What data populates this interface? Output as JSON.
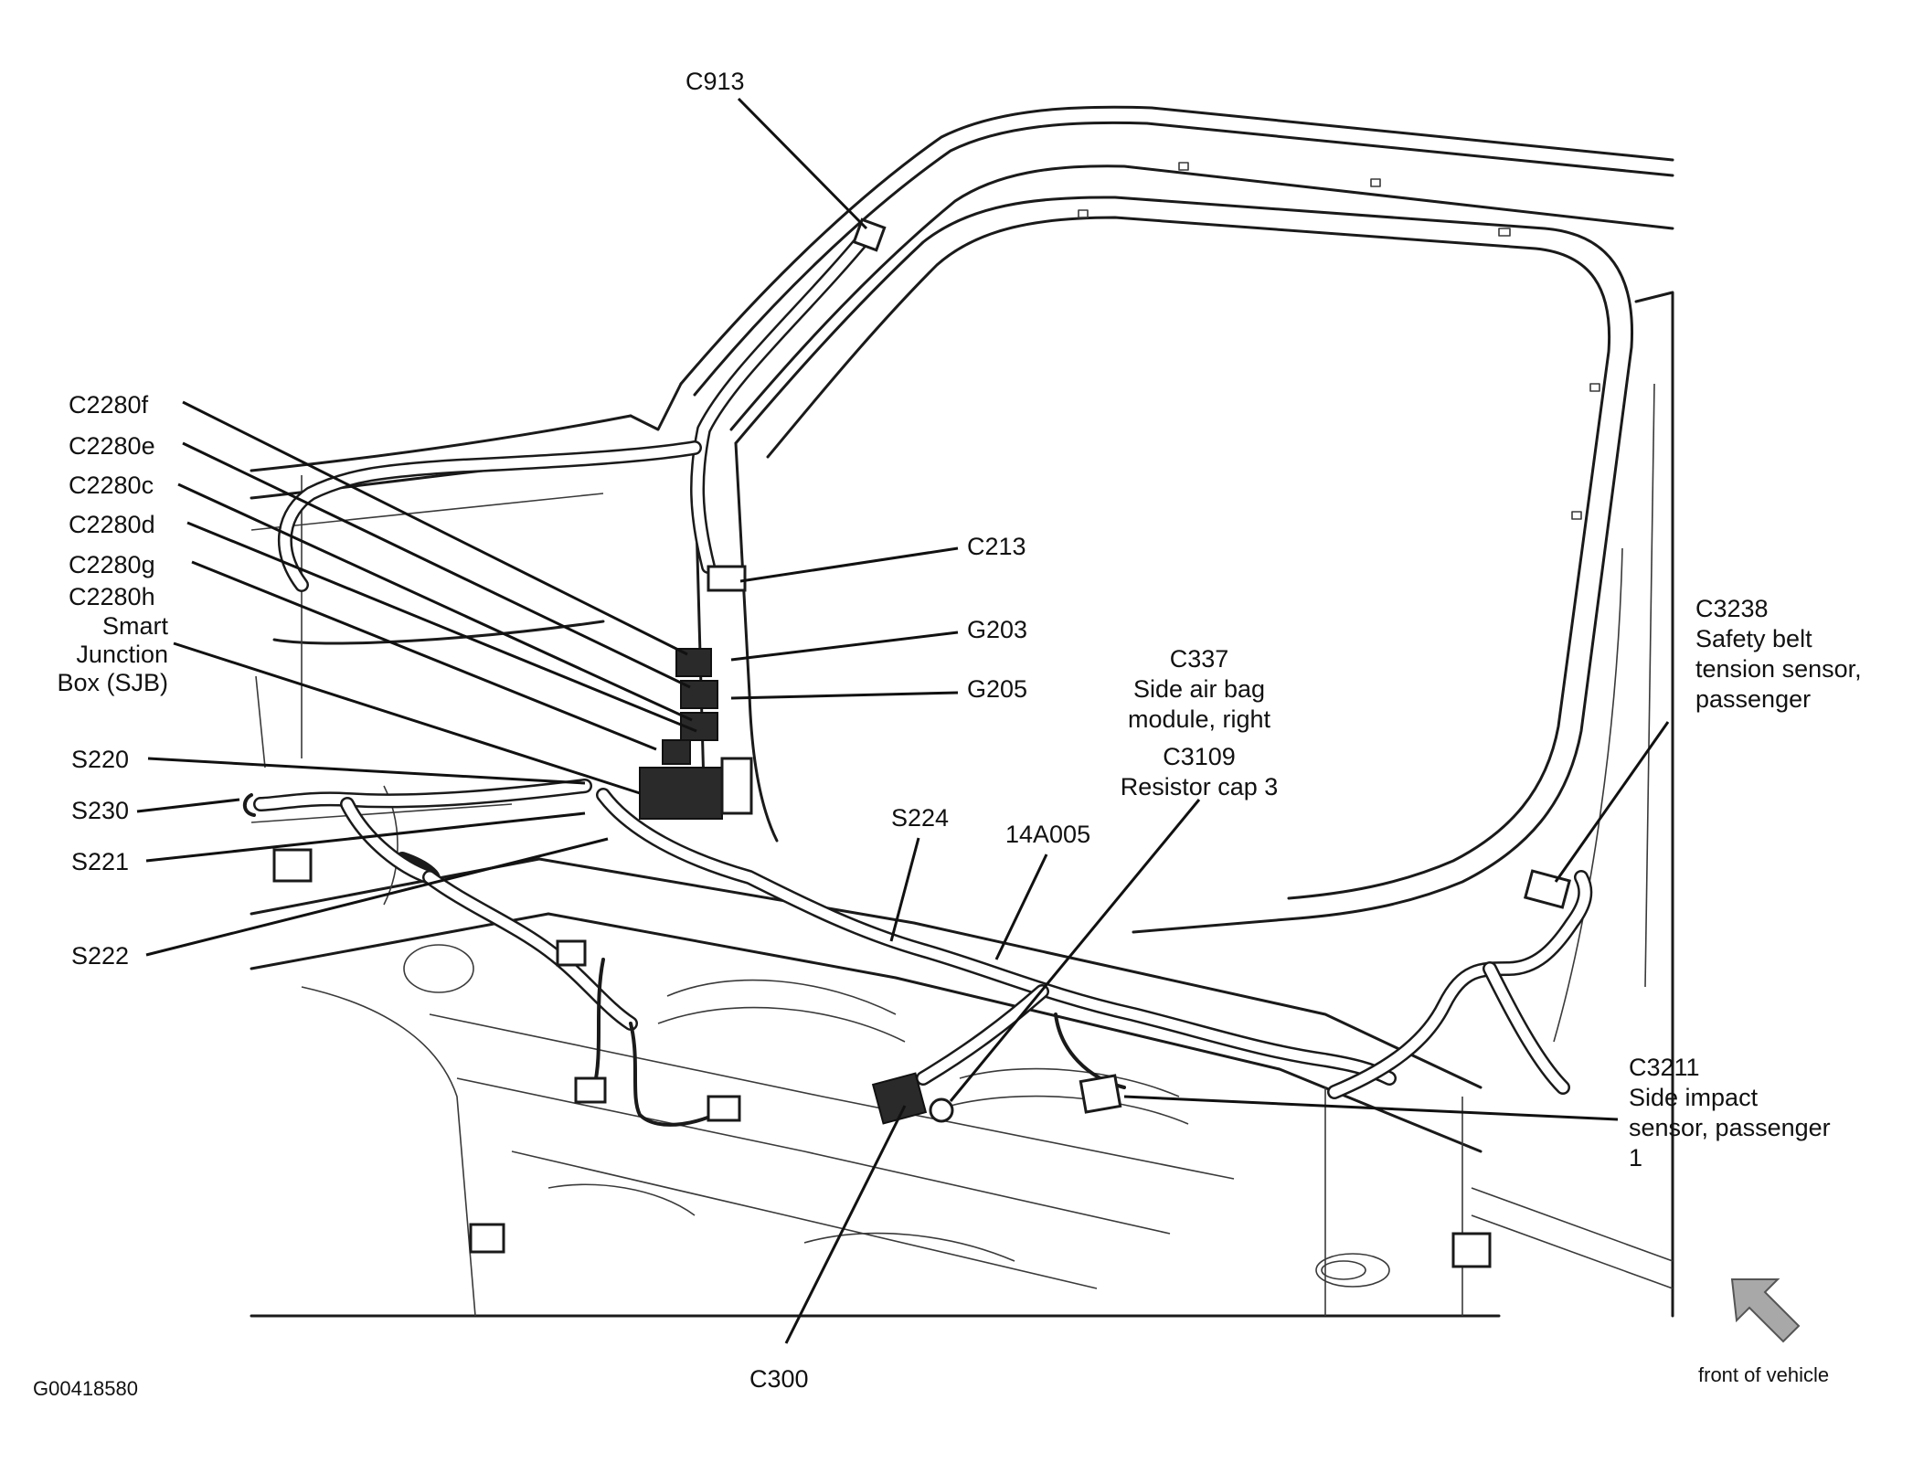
{
  "figure_id": "G00418580",
  "orientation_note": "front of vehicle",
  "callouts": {
    "c913": "C913",
    "c2280f": "C2280f",
    "c2280e": "C2280e",
    "c2280c": "C2280c",
    "c2280d": "C2280d",
    "c2280g": "C2280g",
    "c2280h": "C2280h",
    "sjb_line1": "Smart",
    "sjb_line2": "Junction",
    "sjb_line3": "Box (SJB)",
    "s220": "S220",
    "s230": "S230",
    "s221": "S221",
    "s222": "S222",
    "c213": "C213",
    "g203": "G203",
    "g205": "G205",
    "c337": "C337",
    "c337_desc1": "Side air bag",
    "c337_desc2": "module, right",
    "c3109": "C3109",
    "c3109_desc": "Resistor cap 3",
    "s224": "S224",
    "harness_14a005": "14A005",
    "c3238": "C3238",
    "c3238_desc1": "Safety belt",
    "c3238_desc2": "tension sensor,",
    "c3238_desc3": "passenger",
    "c3211": "C3211",
    "c3211_desc1": "Side impact",
    "c3211_desc2": "sensor, passenger",
    "c3211_desc3": "1",
    "c300": "C300"
  },
  "colors": {
    "line": "#111111",
    "background": "#ffffff",
    "arrow_fill": "#a8a8a8"
  }
}
